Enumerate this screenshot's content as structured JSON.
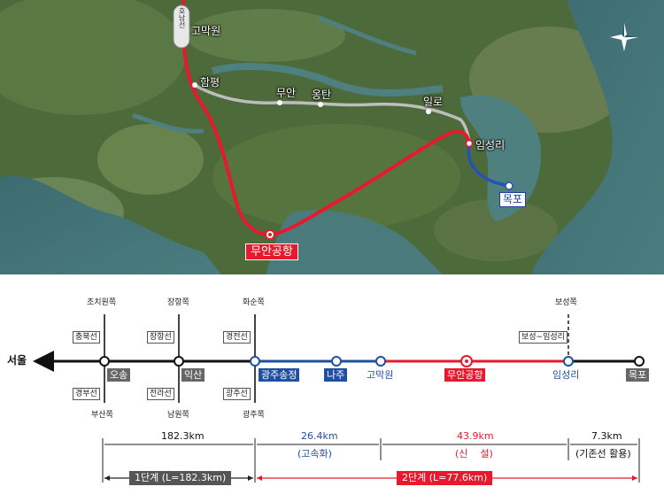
{
  "map": {
    "labels": {
      "gomagwon": "고막원",
      "hampyeong": "함평",
      "muan": "무안",
      "ongtan": "옹탄",
      "ilro": "일로",
      "imseongri": "임성리",
      "mokpo": "목포",
      "airport": "무안공항",
      "vertical_sign": "호남선"
    },
    "colors": {
      "new_line": "#e8192c",
      "existing_line": "#c8c8c8",
      "mokpo_line": "#2452b8"
    }
  },
  "diagram": {
    "seoul": "서울",
    "stations": {
      "osong": "오송",
      "iksan": "익산",
      "gwangju_songjeong": "광주송정",
      "naju": "나주",
      "gomagwon": "고막원",
      "muan_airport": "무안공항",
      "imseongri": "임성리",
      "mokpo": "목포"
    },
    "branches": {
      "osong_up": "조치원쪽",
      "osong_up_line": "충북선",
      "osong_down": "부산쪽",
      "osong_down_line": "경부선",
      "iksan_up": "장항쪽",
      "iksan_up_line": "장항선",
      "iksan_down": "남원쪽",
      "iksan_down_line": "전라선",
      "gj_up": "화순쪽",
      "gj_up_line": "경전선",
      "gj_down": "광주쪽",
      "gj_down_line": "광주선",
      "imseong_up": "보성쪽",
      "imseong_up_line": "보성∼임성리"
    },
    "distances": {
      "d1": "182.3km",
      "d2": "26.4km",
      "d2_note": "(고속화)",
      "d3": "43.9km",
      "d3_note": "(신    설)",
      "d4": "7.3km",
      "d4_note": "(기존선 활용)"
    },
    "phases": {
      "phase1": "1단계 (L=182.3km)",
      "phase2": "2단계 (L=77.6km)"
    },
    "colors": {
      "black": "#111111",
      "blue": "#1f4fa3",
      "red": "#e8192c",
      "gray_box": "#666666"
    }
  }
}
